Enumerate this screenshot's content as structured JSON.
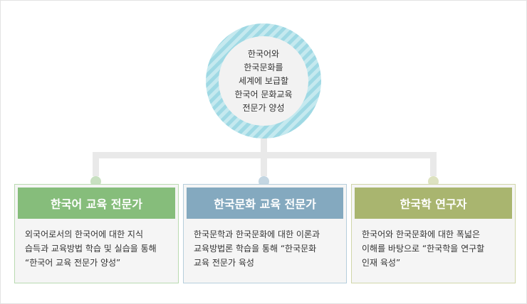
{
  "center": {
    "lines": [
      "한국어와",
      "한국문화를",
      "세계에 보급할",
      "한국어 문화교육",
      "전문가 양성"
    ]
  },
  "cards": [
    {
      "title": "한국어 교육 전문가",
      "lines": [
        "외국어로서의 한국어에 대한 지식",
        "습득과 교육방법 학습 및 실습을 통해",
        "“한국어 교육 전문가 양성”"
      ],
      "color": "#86bd7b",
      "border": "#b9dbb1",
      "dot": "#c8e0c1"
    },
    {
      "title": "한국문화 교육 전문가",
      "lines": [
        "한국문학과 한국문화에 대한 이론과",
        "교육방법론 학습을 통해 “한국문화",
        "교육 전문가 육성"
      ],
      "color": "#84a9bf",
      "border": "#b6cedc",
      "dot": "#c4d6e2"
    },
    {
      "title": "한국학 연구자",
      "lines": [
        "한국어와 한국문화에 대한 폭넓은",
        "이해를 바탕으로 “한국학을 연구할",
        "인재 육성”"
      ],
      "color": "#a9b56f",
      "border": "#d0d6a9",
      "dot": "#dde2c0"
    }
  ]
}
